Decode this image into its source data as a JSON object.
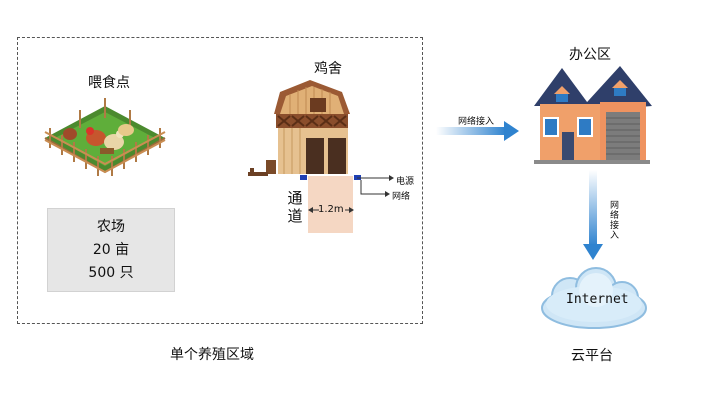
{
  "region": {
    "label": "单个养殖区域"
  },
  "feeding": {
    "label": "喂食点"
  },
  "farm": {
    "line1": "农场",
    "line2": "20 亩",
    "line3": "500 只"
  },
  "coop": {
    "label": "鸡舍",
    "power": "电源",
    "network": "网络"
  },
  "passage": {
    "label": "通道",
    "width": "1.2m"
  },
  "office": {
    "label": "办公区"
  },
  "link_office": {
    "label": "网络接入"
  },
  "link_cloud": {
    "label": "网络接入"
  },
  "cloud": {
    "text": "Internet",
    "label": "云平台"
  },
  "colors": {
    "arrow": "#2f83cf",
    "cloud_fill": "#cfe6f6",
    "passage": "#f5d7c3"
  }
}
